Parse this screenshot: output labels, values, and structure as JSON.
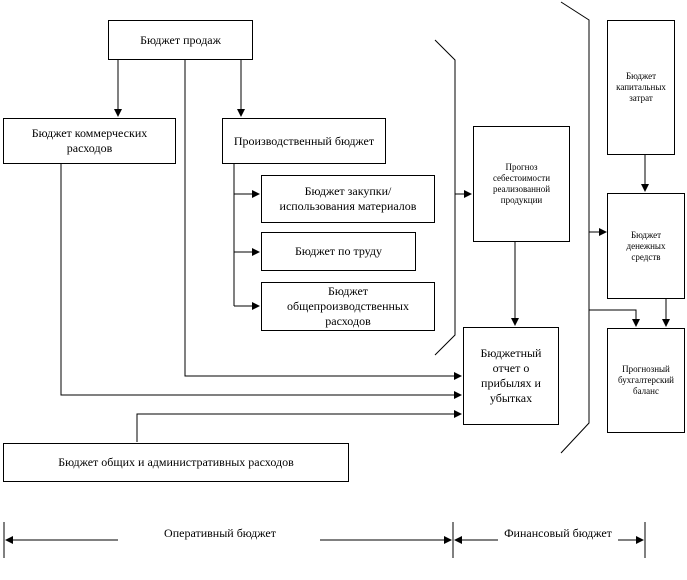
{
  "boxes": {
    "sales_budget": "Бюджет продаж",
    "commercial_expenses": "Бюджет коммерческих расходов",
    "production_budget": "Производственный бюджет",
    "purchases_budget": "Бюджет закупки/ использования материалов",
    "labor_budget": "Бюджет по труду",
    "overhead_budget": "Бюджет общепроизводственных расходов",
    "cogs_forecast": "Прогноз себестоимости реализованной продукции",
    "income_statement": "Бюджетный отчет о прибылях и убытках",
    "admin_expenses": "Бюджет общих и административных расходов",
    "capex_budget": "Бюджет капитальных затрат",
    "cash_budget": "Бюджет денежных средств",
    "forecast_balance": "Прогнозный бухгалтерский баланс"
  },
  "footer": {
    "operating_budget": "Оперативный бюджет",
    "financial_budget": "Финансовый бюджет"
  }
}
